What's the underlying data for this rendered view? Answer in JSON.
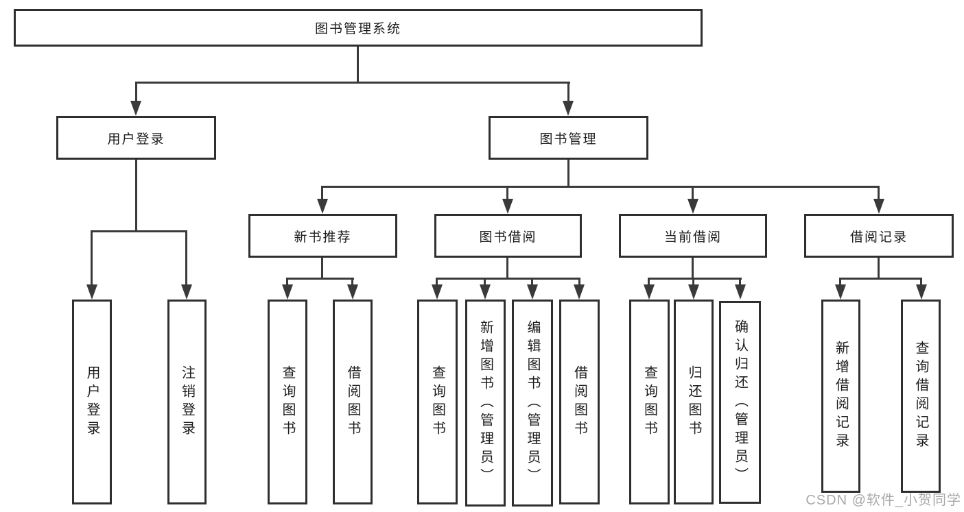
{
  "diagram": {
    "title": "图书管理系统",
    "root": {
      "id": "library-management-system",
      "label": "图书管理系统"
    },
    "level2": [
      {
        "id": "user-login",
        "label": "用户登录",
        "parent": "library-management-system"
      },
      {
        "id": "book-management",
        "label": "图书管理",
        "parent": "library-management-system"
      }
    ],
    "level3": [
      {
        "id": "new-book-recommendation",
        "label": "新书推荐",
        "parent": "book-management"
      },
      {
        "id": "book-borrowing",
        "label": "图书借阅",
        "parent": "book-management"
      },
      {
        "id": "current-borrowing",
        "label": "当前借阅",
        "parent": "book-management"
      },
      {
        "id": "borrowing-records",
        "label": "借阅记录",
        "parent": "book-management"
      }
    ],
    "leaves": [
      {
        "id": "leaf-user-login",
        "label": "用户登录",
        "parent": "user-login"
      },
      {
        "id": "leaf-logout",
        "label": "注销登录",
        "parent": "user-login"
      },
      {
        "id": "leaf-query-books-recommend",
        "label": "查询图书",
        "parent": "new-book-recommendation"
      },
      {
        "id": "leaf-borrow-books-recommend",
        "label": "借阅图书",
        "parent": "new-book-recommendation"
      },
      {
        "id": "leaf-query-books-borrowing",
        "label": "查询图书",
        "parent": "book-borrowing"
      },
      {
        "id": "leaf-add-books-admin",
        "label": "新增图书（管理员）",
        "parent": "book-borrowing"
      },
      {
        "id": "leaf-edit-books-admin",
        "label": "编辑图书（管理员）",
        "parent": "book-borrowing"
      },
      {
        "id": "leaf-borrow-books",
        "label": "借阅图书",
        "parent": "book-borrowing"
      },
      {
        "id": "leaf-query-books-current",
        "label": "查询图书",
        "parent": "current-borrowing"
      },
      {
        "id": "leaf-return-books",
        "label": "归还图书",
        "parent": "current-borrowing"
      },
      {
        "id": "leaf-confirm-return-admin",
        "label": "确认归还（管理员）",
        "parent": "current-borrowing"
      },
      {
        "id": "leaf-add-borrow-record",
        "label": "新增借阅记录",
        "parent": "borrowing-records"
      },
      {
        "id": "leaf-query-borrow-record",
        "label": "查询借阅记录",
        "parent": "borrowing-records"
      }
    ],
    "watermark": "CSDN @软件_小贺同学",
    "colors": {
      "background": "#ffffff",
      "box_fill": "#ffffff",
      "box_border": "#2f2f2f",
      "line": "#3a3a3a",
      "text": "#1c1c1c",
      "watermark": "#a9a9a9"
    }
  }
}
